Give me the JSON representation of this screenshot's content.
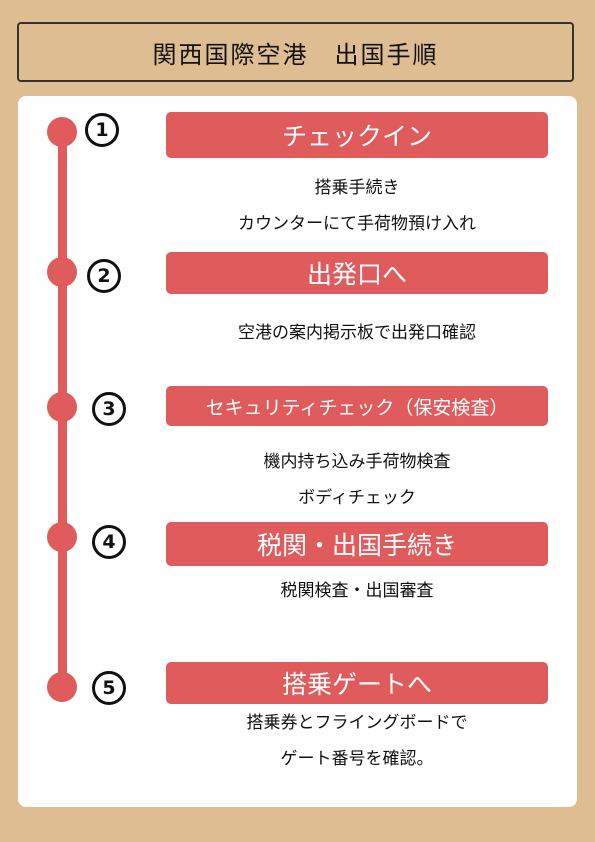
{
  "title": "関西国際空港　出国手順",
  "steps": [
    {
      "number": "1",
      "label": "チェックイン",
      "lines": [
        "搭乗手続き",
        "カウンターにて手荷物預け入れ"
      ]
    },
    {
      "number": "2",
      "label": "出発口へ",
      "lines": [
        "空港の案内掲示板で出発口確認"
      ]
    },
    {
      "number": "3",
      "label": "セキュリティチェック（保安検査）",
      "lines": [
        "機内持ち込み手荷物検査",
        "ボディチェック"
      ]
    },
    {
      "number": "4",
      "label": "税関・出国手続き",
      "lines": [
        "税関検査・出国審査"
      ]
    },
    {
      "number": "5",
      "label": "搭乗ゲートへ",
      "lines": [
        "搭乗券とフライングボードで",
        "ゲート番号を確認。"
      ]
    }
  ],
  "colors": {
    "accent": "#e05b5b",
    "background": "#dfbd92",
    "panel": "#ffffff"
  }
}
